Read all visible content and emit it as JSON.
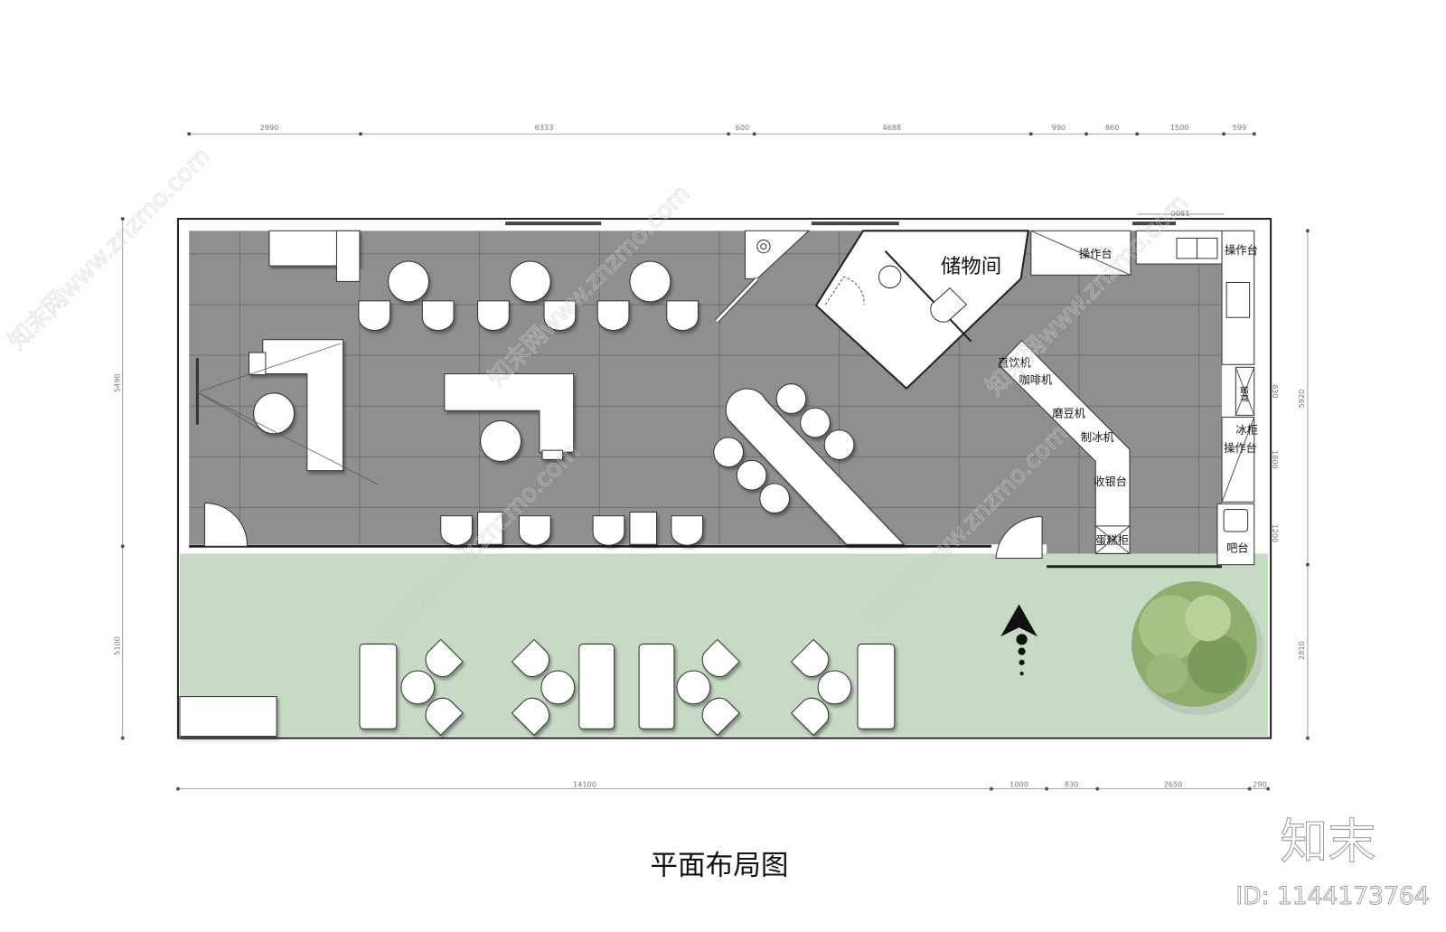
{
  "title": "平面布局图",
  "rooms": {
    "storage": "储物间"
  },
  "equipment_labels": {
    "prep_counter_top": "操作台",
    "prep_counter_right": "操作台",
    "water_dispenser": "直饮机",
    "coffee_machine": "咖啡机",
    "grinder": "磨豆机",
    "ice_maker": "制冰机",
    "cashier": "收银台",
    "cake_cabinet": "蛋糕柜",
    "freezer": "冰柜",
    "freezer_counter": "操作台",
    "bar": "吧台",
    "small_cabinet": "留样"
  },
  "dimensions": {
    "top": [
      "2990",
      "6333",
      "600",
      "4688",
      "990",
      "860",
      "1500",
      "599"
    ],
    "top_inner": "1800",
    "bottom": [
      "14100",
      "1000",
      "830",
      "2650",
      "290"
    ],
    "left": [
      "5490",
      "5100"
    ],
    "right": [
      "5920",
      "2810"
    ],
    "right_inner": [
      "830",
      "1800",
      "1200"
    ]
  },
  "colors": {
    "floor_interior": "#8f8f8f",
    "terrace": "#c6dac4",
    "wall": "#222222",
    "tree": "#8fae6e"
  },
  "watermark": {
    "logo": "知末",
    "id": "ID: 1144173764",
    "diagonal": "知末网www.znzmo.com"
  }
}
